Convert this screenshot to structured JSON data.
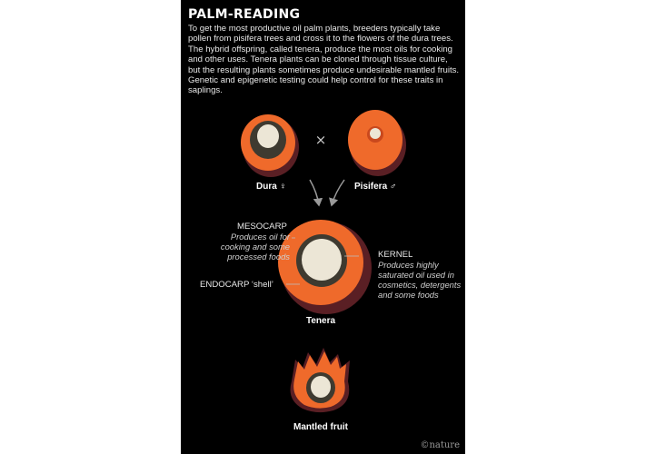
{
  "title": "PALM-READING",
  "intro": "To get the most productive oil palm plants, breeders typically take pollen from pisifera trees and cross it to the flowers of the dura trees. The hybrid offspring, called tenera, produce the most oils for cooking and other uses. Tenera plants can be cloned through tissue culture, but the resulting plants sometimes produce undesirable mantled fruits. Genetic and epigenetic testing could help control for these traits in saplings.",
  "labels": {
    "dura": "Dura ♀",
    "pisifera": "Pisifera ♂",
    "tenera": "Tenera",
    "mantled": "Mantled fruit",
    "cross": "×"
  },
  "annotations": {
    "mesocarp_title": "MESOCARP",
    "mesocarp_desc": "Produces oil for cooking and some processed foods",
    "kernel_title": "KERNEL",
    "kernel_desc": "Produces highly saturated oil used in cosmetics, detergents and some foods",
    "endocarp_title": "ENDOCARP ‘shell’"
  },
  "credit": "©nature",
  "colors": {
    "mesocarp": "#ef6a2b",
    "mesocarp_dark": "#c9481d",
    "shell": "#3e3a30",
    "kernel": "#ece6d6",
    "skin": "#5a1f24"
  }
}
